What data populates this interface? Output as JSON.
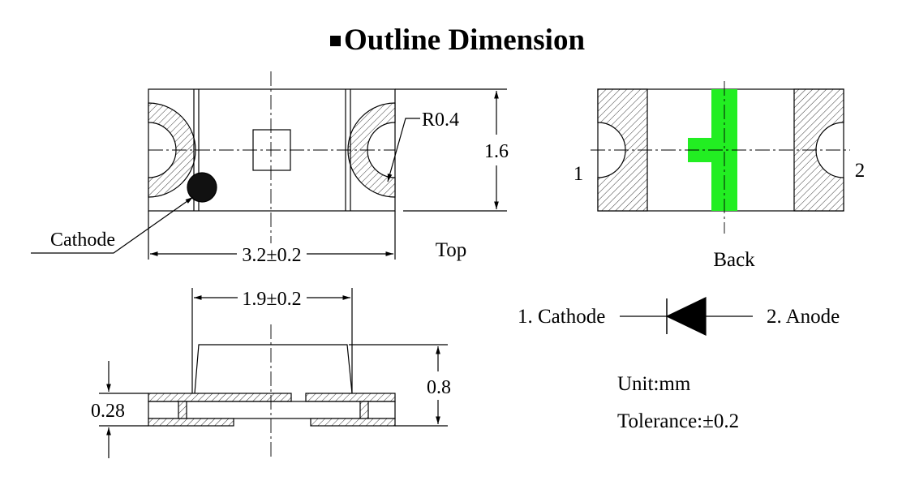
{
  "title": "Outline Dimension",
  "top_view": {
    "label": "Top",
    "cathode_label": "Cathode",
    "radius_label": "R0.4",
    "height_dim": "1.6",
    "width_dim": "3.2±0.2"
  },
  "back_view": {
    "label": "Back",
    "pin1": "1",
    "pin2": "2",
    "marker_color": "#22ee22"
  },
  "side_view": {
    "top_width_dim": "1.9±0.2",
    "total_height_dim": "0.8",
    "pcb_height_dim": "0.28"
  },
  "symbol": {
    "cathode_label": "1. Cathode",
    "anode_label": "2. Anode"
  },
  "notes": {
    "unit": "Unit:mm",
    "tolerance": "Tolerance:±0.2"
  }
}
